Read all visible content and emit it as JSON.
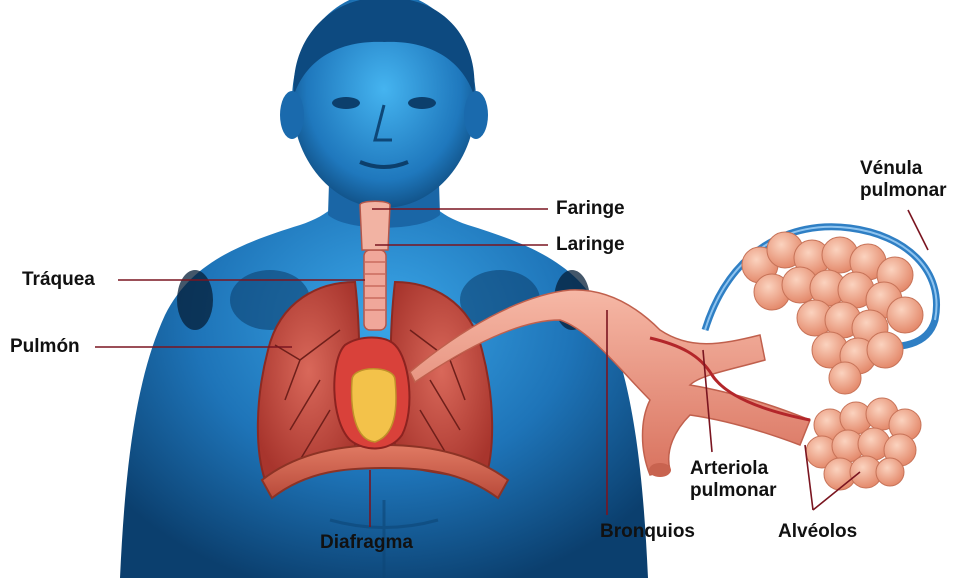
{
  "labels": {
    "faringe": "Faringe",
    "laringe": "Laringe",
    "traquea": "Tráquea",
    "pulmon": "Pulmón",
    "diafragma": "Diafragma",
    "bronquios": "Bronquios",
    "arteriola": {
      "line1": "Arteriola",
      "line2": "pulmonar"
    },
    "venula": {
      "line1": "Vénula",
      "line2": "pulmonar"
    },
    "alveolos": "Alvéolos"
  },
  "colors": {
    "body": "#1e74b8",
    "body_dark": "#0b3f6e",
    "lung": "#c84a3e",
    "bronchi": "#e8917e",
    "alveoli": "#f0a58a",
    "heart": "#d9413a",
    "heart_fat": "#f3c24a",
    "leader_line": "#7a1520",
    "vein": "#2f7fc4"
  }
}
